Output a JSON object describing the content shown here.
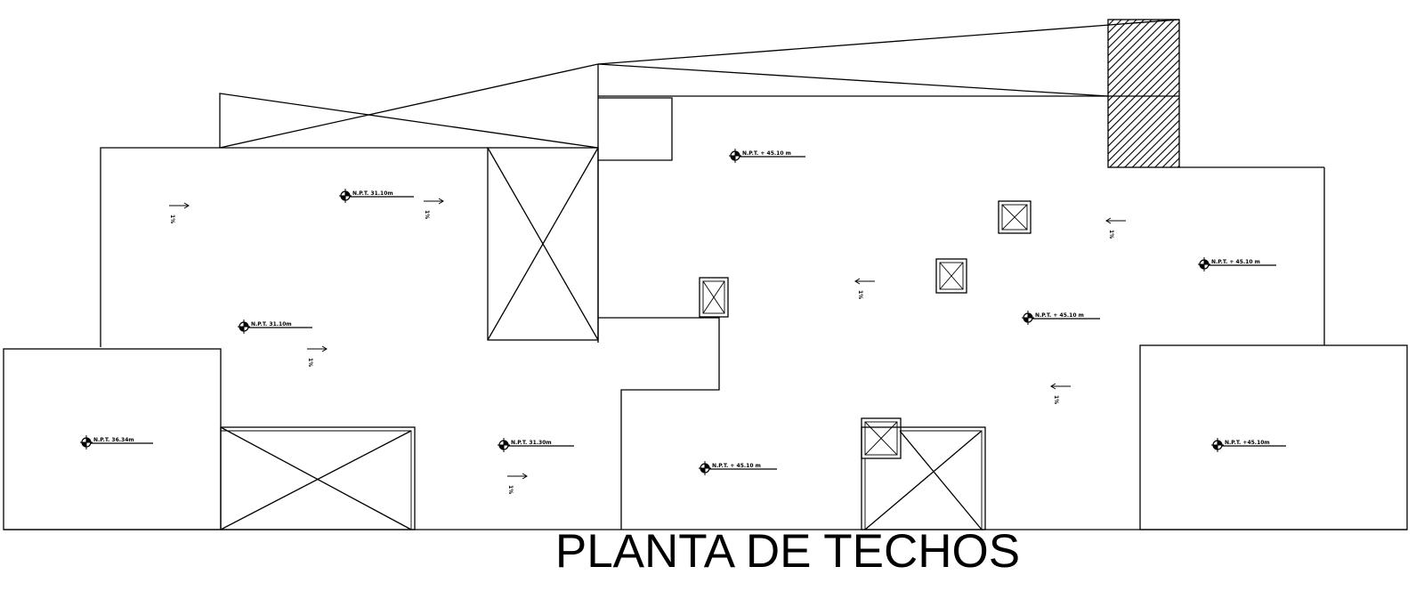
{
  "title": "PLANTA DE TECHOS",
  "level_labels": [
    "N.P.T. 31.10m",
    "N.P.T. + 45.10 m",
    "N.P.T. 31.10m",
    "N.P.T. + 45.10 m",
    "N.P.T. + 45.10 m",
    "N.P.T. 36.34m",
    "N.P.T. 31.30m",
    "N.P.T. + 45.10 m",
    "N.P.T. +45.10m"
  ],
  "slope_label": "1%",
  "colors": {
    "line": "#000000",
    "background": "#ffffff"
  }
}
